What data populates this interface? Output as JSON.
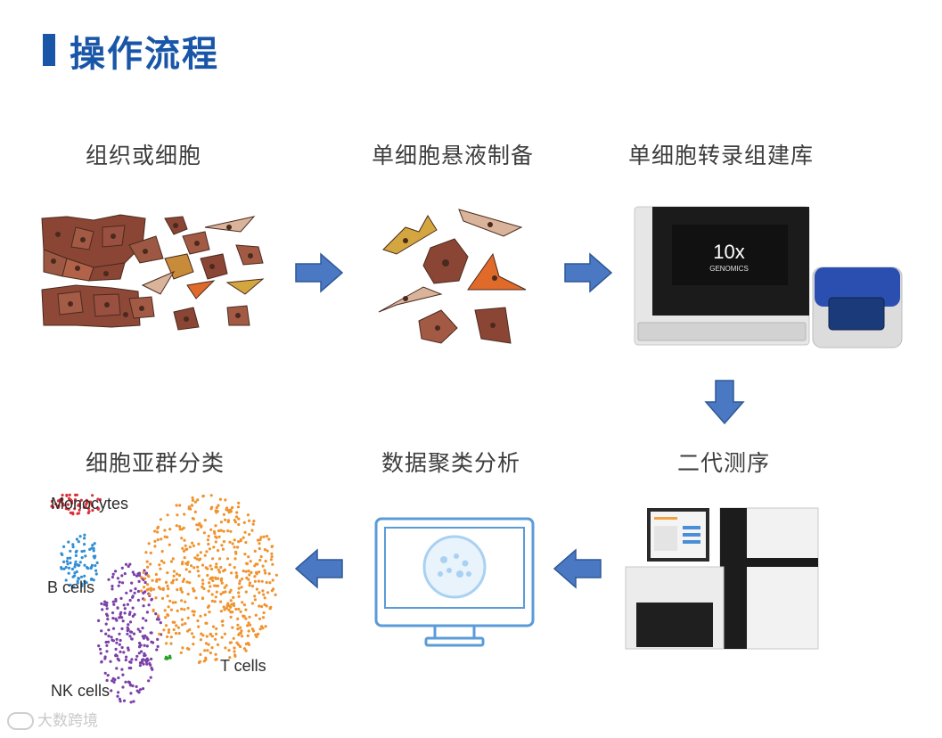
{
  "title": "操作流程",
  "steps": [
    {
      "label": "组织或细胞"
    },
    {
      "label": "单细胞悬液制备"
    },
    {
      "label": "单细胞转录组建库"
    },
    {
      "label": "二代测序"
    },
    {
      "label": "数据聚类分析"
    },
    {
      "label": "细胞亚群分类"
    }
  ],
  "instrument": {
    "brand_top": "10x",
    "brand_bottom": "GENOMICS"
  },
  "tsne": {
    "clusters": [
      {
        "label": "Monocytes",
        "color": "#d9313a"
      },
      {
        "label": "B cells",
        "color": "#2f8ed6"
      },
      {
        "label": "NK cells",
        "color": "#7a3fa8"
      },
      {
        "label": "T cells",
        "color": "#f0932e"
      }
    ]
  },
  "colors": {
    "accent": "#1a56a8",
    "arrow": "#4a78c2",
    "arrow_stroke": "#2e5898"
  },
  "watermark": "大数跨境"
}
